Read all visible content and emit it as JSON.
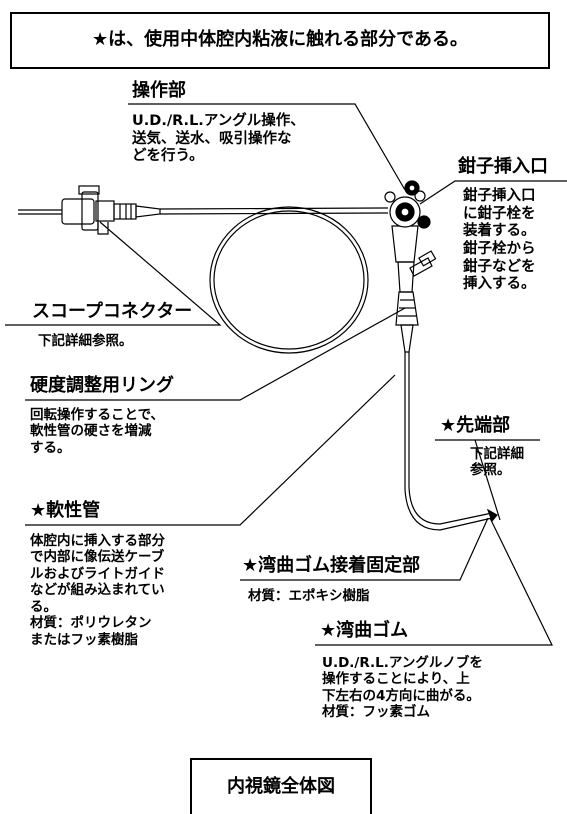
{
  "header_note": "★は、使用中体腔内粘液に触れる部分である。",
  "operation": {
    "title": "操作部",
    "description": "U.D./R.L.アングル操作、\n送気、送水、吸引操作な\nどを行う。"
  },
  "forceps_port": {
    "title": "鉗子挿入口",
    "description": "鉗子挿入口\nに鉗子栓を\n装着する。\n鉗子栓から\n鉗子などを\n挿入する。"
  },
  "scope_connector": {
    "title": "スコープコネクター",
    "description": "下記詳細参照。"
  },
  "stiffness_ring": {
    "title": "硬度調整用リング",
    "description": "回転操作することで、\n軟性管の硬さを増減\nする。"
  },
  "distal_end": {
    "title": "★先端部",
    "description": "下記詳細\n参照。"
  },
  "flexible_tube": {
    "title": "★軟性管",
    "description": "体腔内に挿入する部分\nで内部に像伝送ケーブ\nルおよびライトガイド\nなどが組み込まれてい\nる。\n材質：ポリウレタン\nまたはフッ素樹脂"
  },
  "bending_rubber_fixing": {
    "title": "★湾曲ゴム接着固定部",
    "description": "材質：エポキシ樹脂"
  },
  "bending_rubber": {
    "title": "★湾曲ゴム",
    "description": "U.D./R.L.アングルノブを\n操作することにより、上\n下左右の4方向に曲がる。\n材質：フッ素ゴム"
  },
  "figure_caption": "内視鏡全体図"
}
